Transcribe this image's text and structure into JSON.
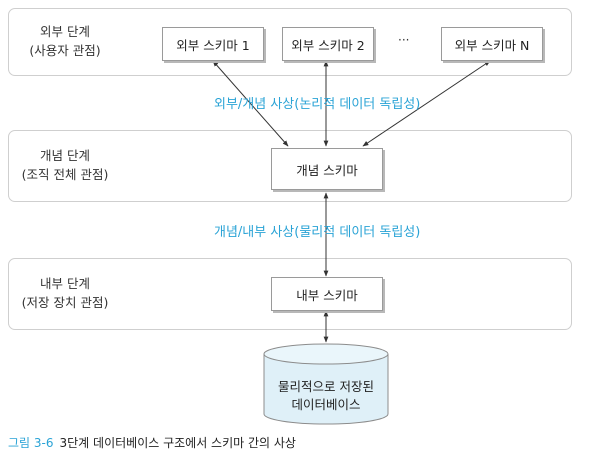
{
  "levels": {
    "external": {
      "title": "외부 단계",
      "subtitle": "(사용자 관점)"
    },
    "conceptual": {
      "title": "개념 단계",
      "subtitle": "(조직 전체 관점)"
    },
    "internal": {
      "title": "내부 단계",
      "subtitle": "(저장 장치 관점)"
    }
  },
  "external_schemas": [
    "외부 스키마 1",
    "외부 스키마 2",
    "외부 스키마 N"
  ],
  "ellipsis": "···",
  "conceptual_schema": "개념 스키마",
  "internal_schema": "내부 스키마",
  "mappings": {
    "external_conceptual": "외부/개념 사상(논리적 데이터 독립성)",
    "conceptual_internal": "개념/내부 사상(물리적 데이터 독립성)"
  },
  "database": {
    "line1": "물리적으로 저장된",
    "line2": "데이터베이스"
  },
  "caption": {
    "figure": "그림 3-6",
    "text": "3단계 데이터베이스 구조에서 스키마 간의 사상"
  },
  "colors": {
    "accent": "#2aa3d6",
    "border": "#cfcfcf",
    "db_fill": "#dff0f8"
  }
}
